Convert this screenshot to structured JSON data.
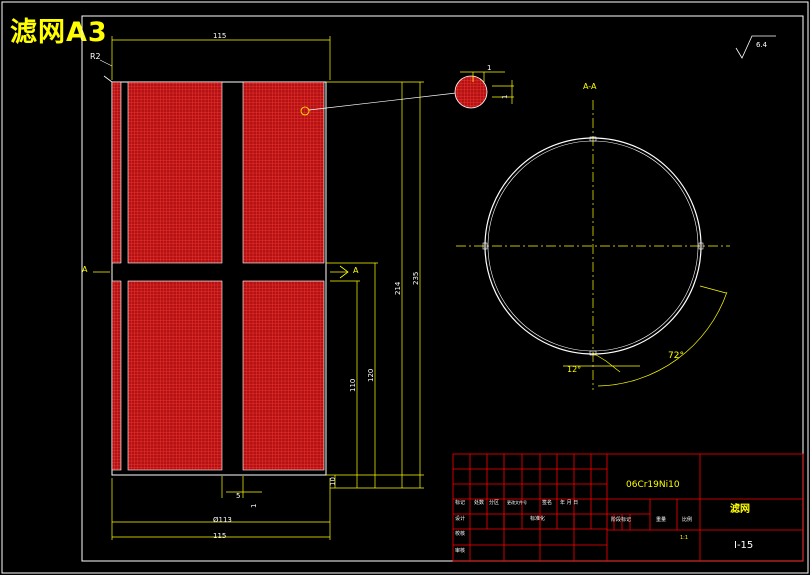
{
  "drawing": {
    "title": "滤网A3",
    "surface_finish": "6.4",
    "radius_label": "R2",
    "section_label": "A-A",
    "section_marker": "A",
    "dims": {
      "top_width": "115",
      "bottom_width": "115",
      "diameter": "Ø113",
      "d_5": "5",
      "d_1_bottom": "1",
      "d_10": "10",
      "d_110": "110",
      "d_120": "120",
      "d_214": "214",
      "d_235": "235",
      "detail_1_h": "1",
      "detail_1_v": "1",
      "angle_12": "12°",
      "angle_72": "72°"
    }
  },
  "title_block": {
    "material": "06Cr19Ni10",
    "part_name": "滤网",
    "drawing_no": "I-15",
    "scale": "1:1",
    "row_labels": [
      "标记",
      "设计",
      "校核",
      "审核"
    ],
    "col_labels": [
      "处数",
      "分区",
      "更改文件号",
      "签名",
      "年 月 日"
    ],
    "standardization": "标准化",
    "stage_mark": "阶段标记",
    "weight": "重量",
    "ratio": "比例"
  },
  "colors": {
    "background": "#000000",
    "outline": "#ffffff",
    "dimension": "#ffff00",
    "centerline": "#ffff00",
    "mesh_fill": "#b31212",
    "mesh_line": "#ff3b3b",
    "title_block": "#ff0000"
  }
}
